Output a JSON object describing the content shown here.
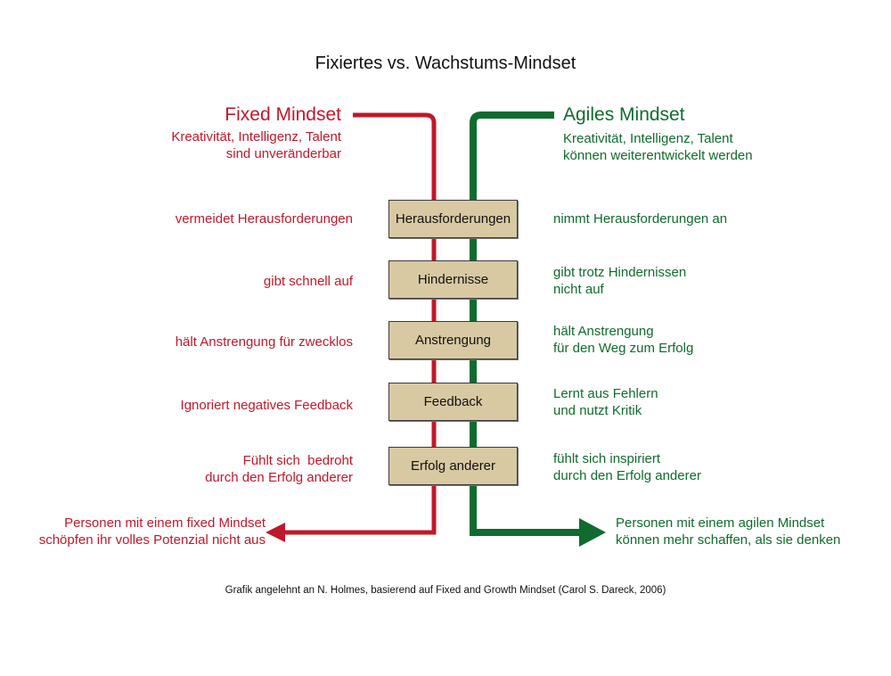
{
  "title": "Fixiertes vs. Wachstums-Mindset",
  "fixed": {
    "heading": "Fixed Mindset",
    "belief_line1": "Kreativität, Intelligenz, Talent",
    "belief_line2": "sind unveränderbar",
    "outcome_line1": "Personen mit einem fixed Mindset",
    "outcome_line2": "schöpfen ihr volles Potenzial nicht aus",
    "color": "#c0182b"
  },
  "agile": {
    "heading": "Agiles Mindset",
    "belief_line1": "Kreativität, Intelligenz, Talent",
    "belief_line2": "können weiterentwickelt werden",
    "outcome_line1": "Personen mit einem agilen Mindset",
    "outcome_line2": "können mehr schaffen, als sie denken",
    "color": "#0f6b2e"
  },
  "rows": [
    {
      "node": "Herausforderungen",
      "fixed": [
        "vermeidet Herausforderungen"
      ],
      "agile": [
        "nimmt Herausforderungen an"
      ]
    },
    {
      "node": "Hindernisse",
      "fixed": [
        "gibt schnell auf"
      ],
      "agile": [
        "gibt trotz Hindernissen",
        "nicht auf"
      ]
    },
    {
      "node": "Anstrengung",
      "fixed": [
        "hält Anstrengung für zwecklos"
      ],
      "agile": [
        "hält Anstrengung",
        "für den Weg zum Erfolg"
      ]
    },
    {
      "node": "Feedback",
      "fixed": [
        "Ignoriert negatives Feedback"
      ],
      "agile": [
        "Lernt aus Fehlern",
        "und nutzt Kritik"
      ]
    },
    {
      "node": "Erfolg anderer",
      "fixed": [
        "Fühlt sich  bedroht",
        "durch den Erfolg anderer"
      ],
      "agile": [
        "fühlt sich inspiriert",
        "durch den Erfolg anderer"
      ]
    }
  ],
  "footer": "Grafik angelehnt an N. Holmes, basierend auf Fixed and Growth Mindset (Carol S. Dareck, 2006)",
  "node_fill": "#d8c9a3"
}
